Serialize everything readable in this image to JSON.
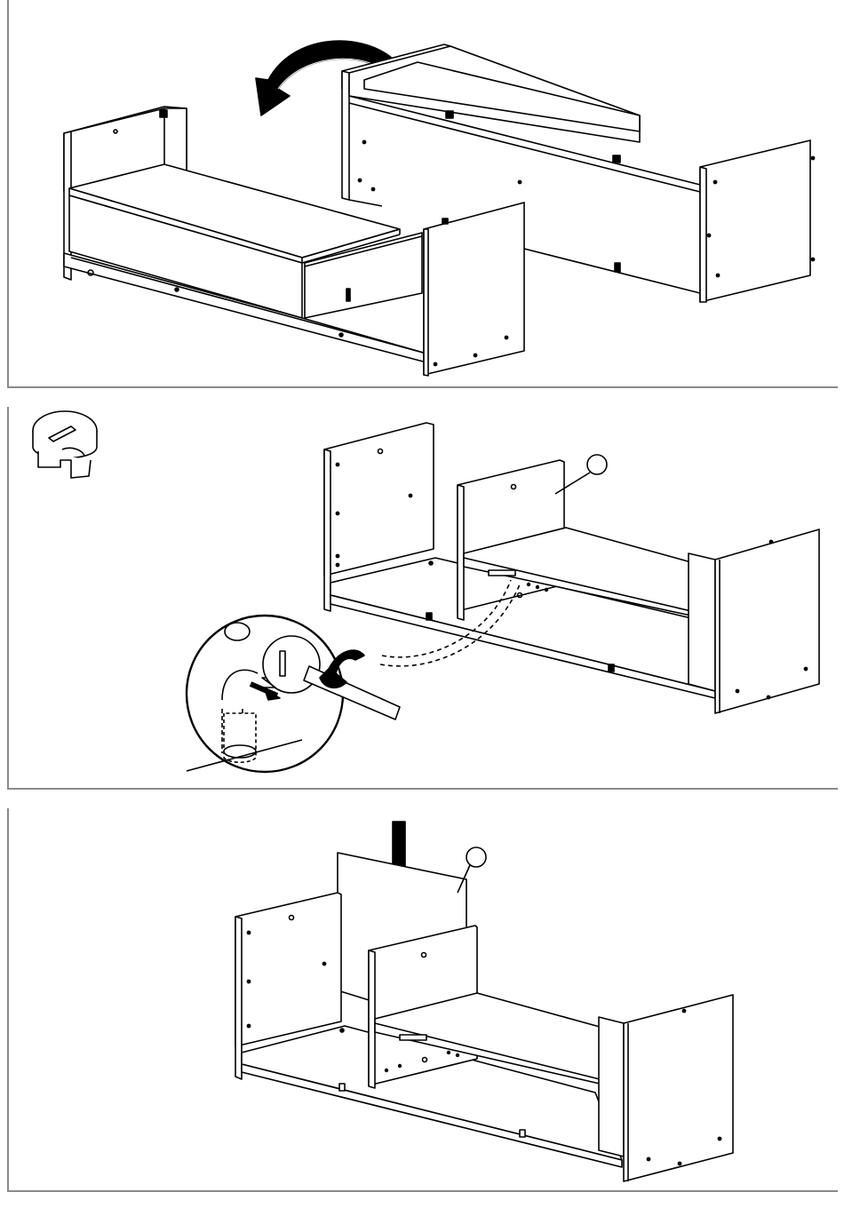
{
  "document": {
    "type": "assembly-instructions",
    "steps": [
      {
        "id": "step-1",
        "action": "rotate",
        "icon": "rotate-arrow-icon"
      },
      {
        "id": "step-2",
        "action": "tighten-cam-lock",
        "icon": "cam-lock-icon",
        "callout_label": ""
      },
      {
        "id": "step-3",
        "action": "insert-panel",
        "icon": "down-arrow-icon",
        "callout_label": ""
      }
    ],
    "colors": {
      "line": "#000000",
      "frame": "#8a8a8a",
      "background": "#ffffff"
    }
  }
}
